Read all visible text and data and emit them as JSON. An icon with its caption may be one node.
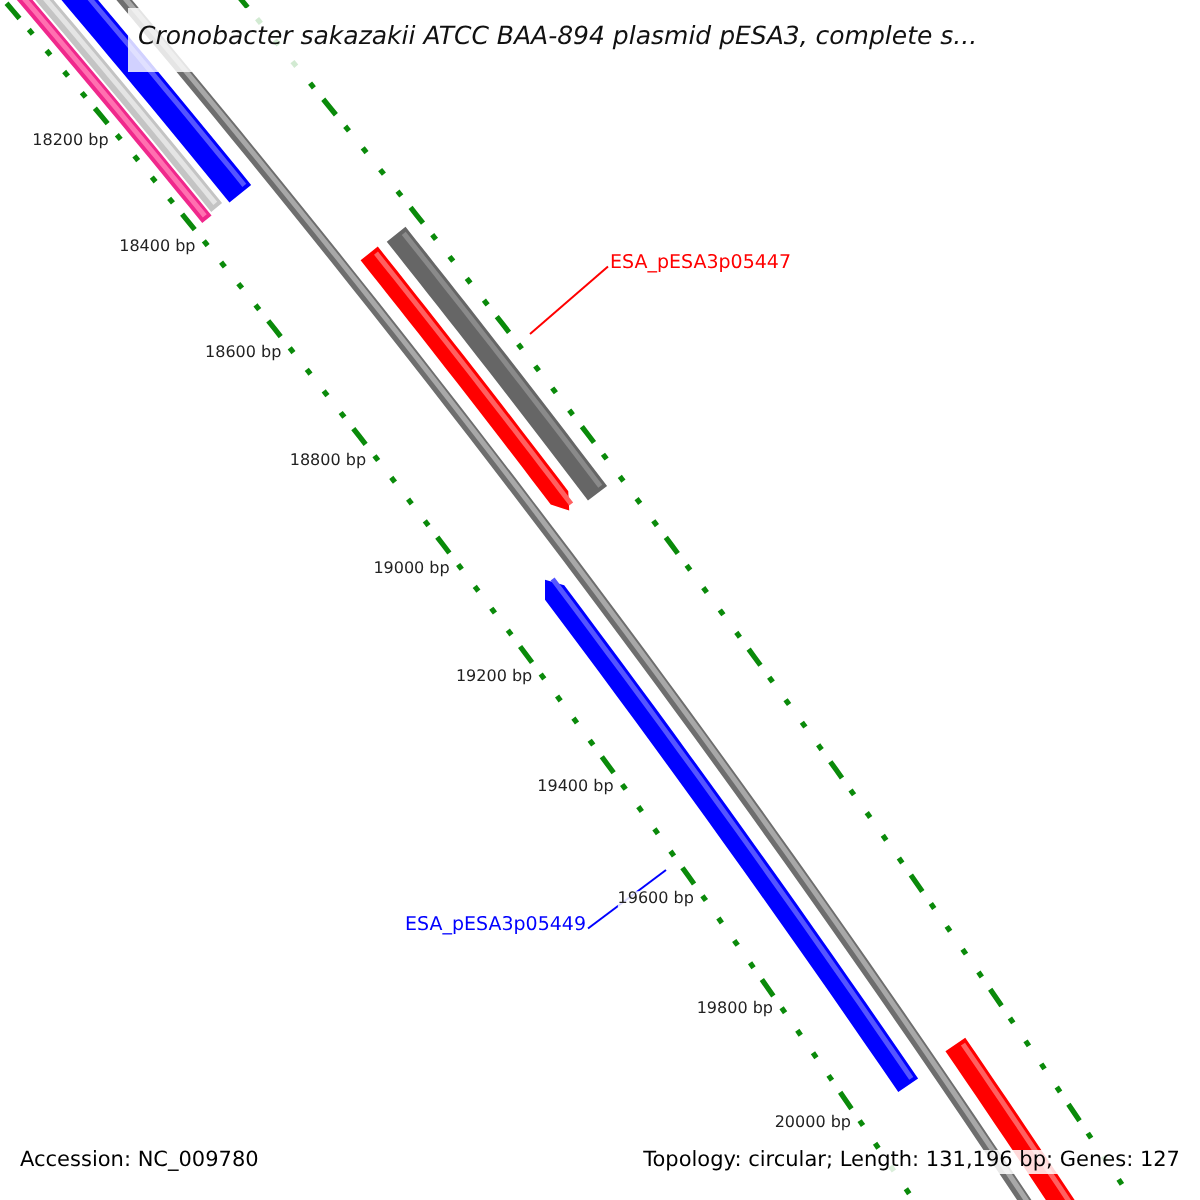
{
  "diagram": {
    "title": "Cronobacter sakazakii ATCC BAA-894 plasmid pESA3, complete s...",
    "nodes": [
      {
        "text": [
          "ESA_pESA3p05447"
        ]
      },
      {
        "text": [
          "ESA_pESA3p05449"
        ]
      }
    ],
    "edges": [
      {
        "from": 0,
        "to": null,
        "arrow": "none",
        "color": "#ff0000"
      },
      {
        "from": 1,
        "to": null,
        "arrow": "none",
        "color": "#0000ff"
      }
    ],
    "labels": [
      "18200 bp",
      "18400 bp",
      "18600 bp",
      "18800 bp",
      "19000 bp",
      "19200 bp",
      "19400 bp",
      "19600 bp",
      "19800 bp",
      "20000 bp",
      "Accession: NC_009780",
      "Topology: circular; Length: 131,196 bp; Genes: 127"
    ]
  }
}
